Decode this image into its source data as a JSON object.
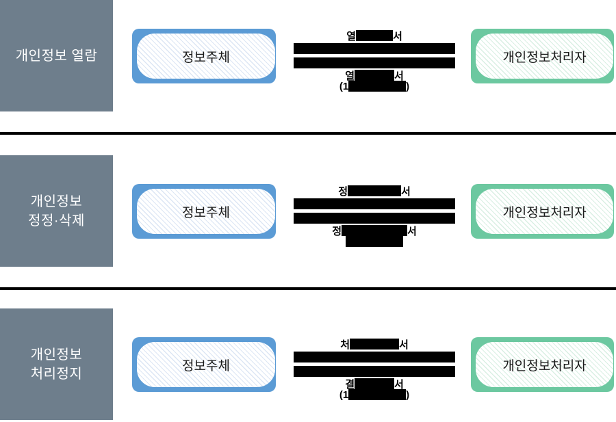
{
  "colors": {
    "sidebar_gray": "#6e7e8c",
    "subject_blue": "#5b9bd5",
    "processor_green": "#6cc8a0",
    "hatch_blue": "#dce6f4",
    "hatch_green": "#d9efe3",
    "redaction_black": "#000000"
  },
  "rows": [
    {
      "label_lines": [
        "개인정보 열람"
      ],
      "subject_label": "정보주체",
      "processor_label": "개인정보처리자",
      "request_label": {
        "prefix": "열",
        "suffix": "서"
      },
      "response_label": {
        "line1_prefix": "열",
        "line1_suffix": "서",
        "line2_prefix": "(1",
        "line2_suffix": ")"
      }
    },
    {
      "label_lines": [
        "개인정보",
        "정정·삭제"
      ],
      "subject_label": "정보주체",
      "processor_label": "개인정보처리자",
      "request_label": {
        "prefix": "정",
        "suffix": "서"
      },
      "response_label": {
        "line1_prefix": "정",
        "line1_suffix": "서",
        "line2_prefix": "",
        "line2_suffix": ""
      }
    },
    {
      "label_lines": [
        "개인정보",
        "처리정지"
      ],
      "subject_label": "정보주체",
      "processor_label": "개인정보처리자",
      "request_label": {
        "prefix": "처",
        "suffix": "서"
      },
      "response_label": {
        "line1_prefix": "결",
        "line1_suffix": "서",
        "line2_prefix": "(1",
        "line2_suffix": ")"
      }
    }
  ]
}
